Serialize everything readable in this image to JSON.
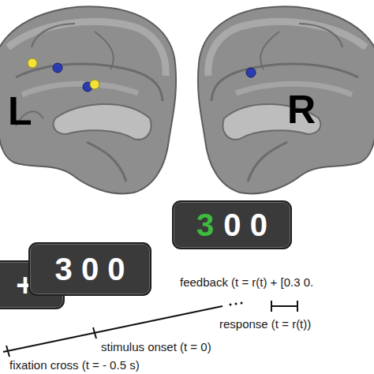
{
  "diagram": {
    "nodes": [
      {
        "text": [
          "+"
        ]
      },
      {
        "text": [
          "3 0 0"
        ]
      },
      {
        "text": [
          "3",
          "0 0"
        ]
      }
    ],
    "labels": [
      "L",
      "R",
      "feedback (t = r(t) + [0.3 0.",
      "response (t = r(t))",
      "stimulus onset (t = 0)",
      "fixation cross (t = - 0.5 s)"
    ]
  }
}
